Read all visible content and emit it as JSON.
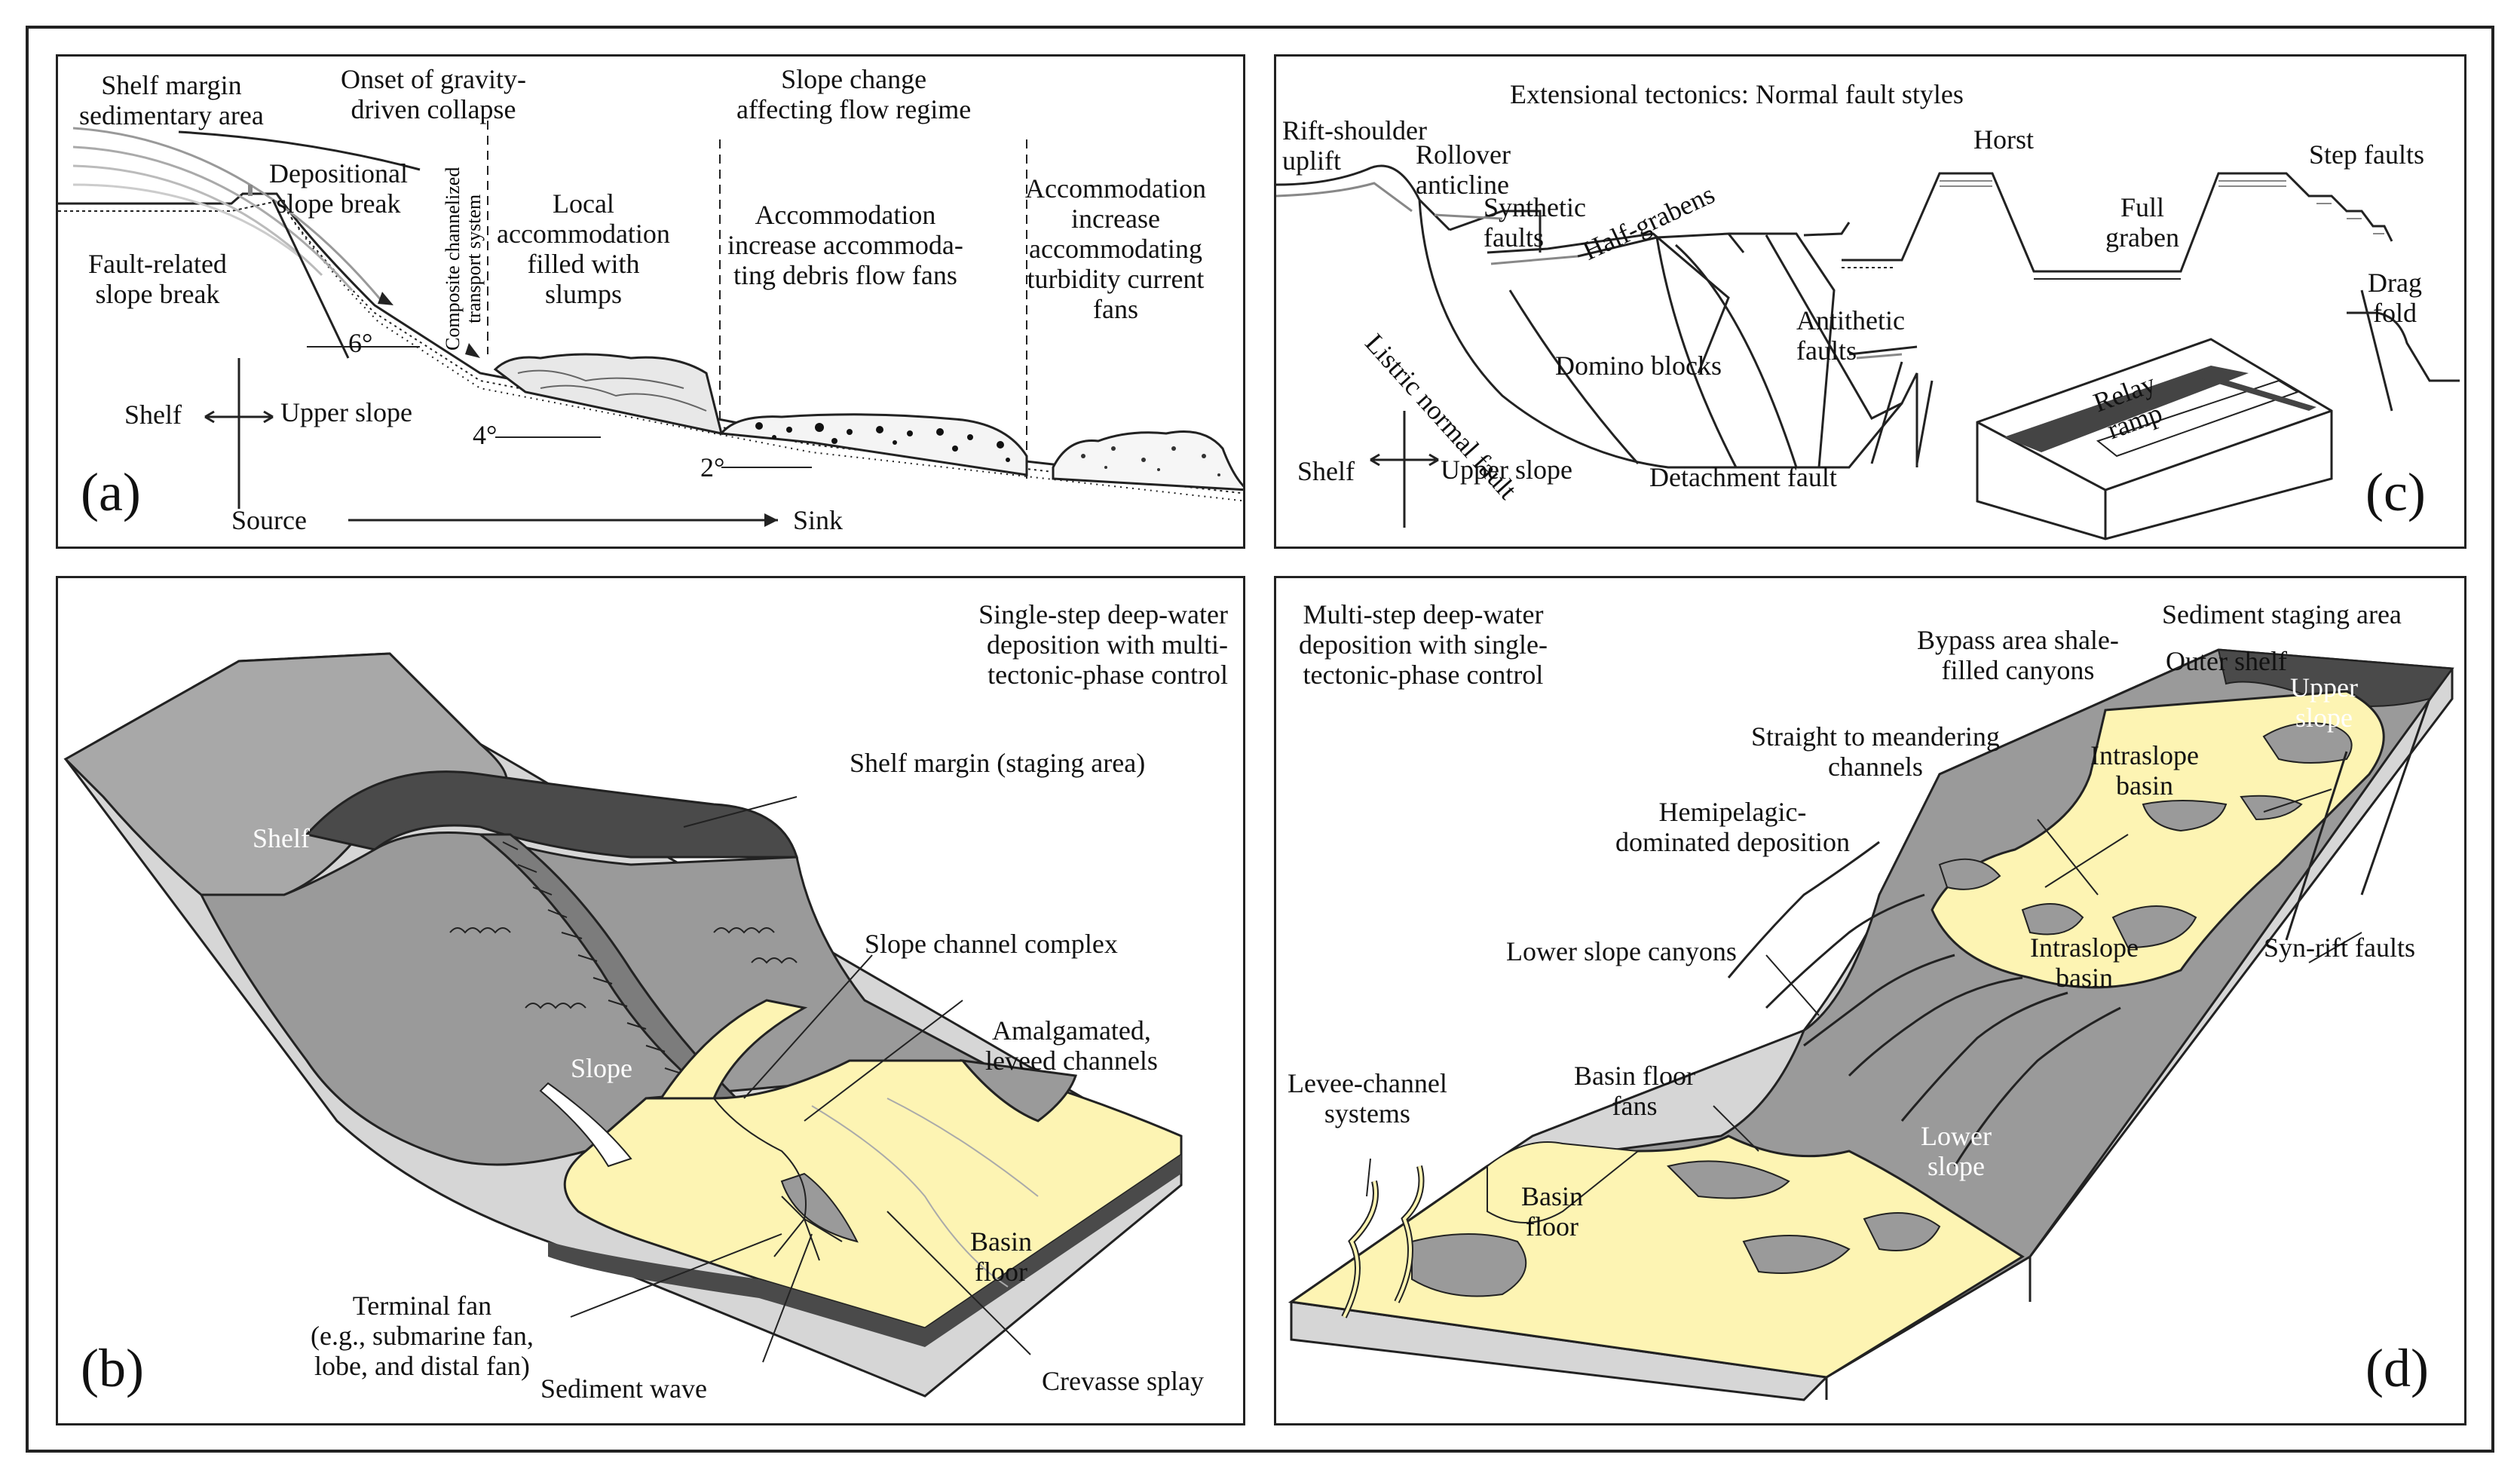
{
  "panels": {
    "a": {
      "label": "(a)",
      "shelf_margin": "Shelf margin\nsedimentary area",
      "onset": "Onset of gravity-\ndriven collapse",
      "slope_change": "Slope change\naffecting flow regime",
      "depositional_break": "Depositional\nslope break",
      "fault_related_break": "Fault-related\nslope break",
      "composite_system": "Composite channelized\ntransport system",
      "local_accommodation": "Local\naccommodation\nfilled with\nslumps",
      "accommodation_debris": "Accommodation\nincrease accommoda-\nting debris flow fans",
      "accommodation_turbidity": "Accommodation\nincrease\naccommodating\nturbidity current\nfans",
      "angle_6": "6°",
      "angle_4": "4°",
      "angle_2": "2°",
      "shelf": "Shelf",
      "upper_slope": "Upper slope",
      "source": "Source",
      "sink": "Sink"
    },
    "b": {
      "label": "(b)",
      "title": "Single-step deep-water\ndeposition with multi-\ntectonic-phase control",
      "shelf": "Shelf",
      "slope": "Slope",
      "basin_floor": "Basin\nfloor",
      "shelf_margin": "Shelf margin (staging area)",
      "slope_channel": "Slope channel complex",
      "amalgamated": "Amalgamated,\nleveed channels",
      "terminal_fan": "Terminal fan\n(e.g., submarine fan,\nlobe, and distal fan)",
      "sediment_wave": "Sediment wave",
      "crevasse": "Crevasse splay"
    },
    "c": {
      "label": "(c)",
      "title": "Extensional tectonics: Normal fault styles",
      "rift_shoulder": "Rift-shoulder\nuplift",
      "rollover": "Rollover\nanticline",
      "synthetic": "Synthetic\nfaults",
      "half_grabens": "Half-grabens",
      "listric": "Listric normal fault",
      "domino": "Domino blocks",
      "antithetic": "Antithetic\nfaults",
      "detachment": "Detachment fault",
      "horst": "Horst",
      "full_graben": "Full\ngraben",
      "step_faults": "Step faults",
      "drag_fold": "Drag\nfold",
      "relay_ramp": "Relay\nramp",
      "shelf": "Shelf",
      "upper_slope": "Upper slope"
    },
    "d": {
      "label": "(d)",
      "title": "Multi-step deep-water\ndeposition with single-\ntectonic-phase control",
      "sediment_staging": "Sediment staging area",
      "bypass": "Bypass area shale-\nfilled canyons",
      "outer_shelf": "Outer shelf",
      "upper_slope": "Upper\nslope",
      "straight_meandering": "Straight to meandering\nchannels",
      "intraslope_basin_1": "Intraslope\nbasin",
      "hemipelagic": "Hemipelagic-\ndominated deposition",
      "intraslope_basin_2": "Intraslope\nbasin",
      "lower_slope_canyons": "Lower slope canyons",
      "syn_rift": "Syn-rift faults",
      "levee_channel": "Levee-channel\nsystems",
      "basin_floor_fans": "Basin floor\nfans",
      "basin_floor": "Basin\nfloor",
      "lower_slope": "Lower\nslope"
    }
  },
  "colors": {
    "sand": "#fdf4b3",
    "grey_mid": "#9a9a9a",
    "grey_dark": "#5a5a5a",
    "grey_light": "#d4d4d4",
    "outline": "#222222"
  }
}
